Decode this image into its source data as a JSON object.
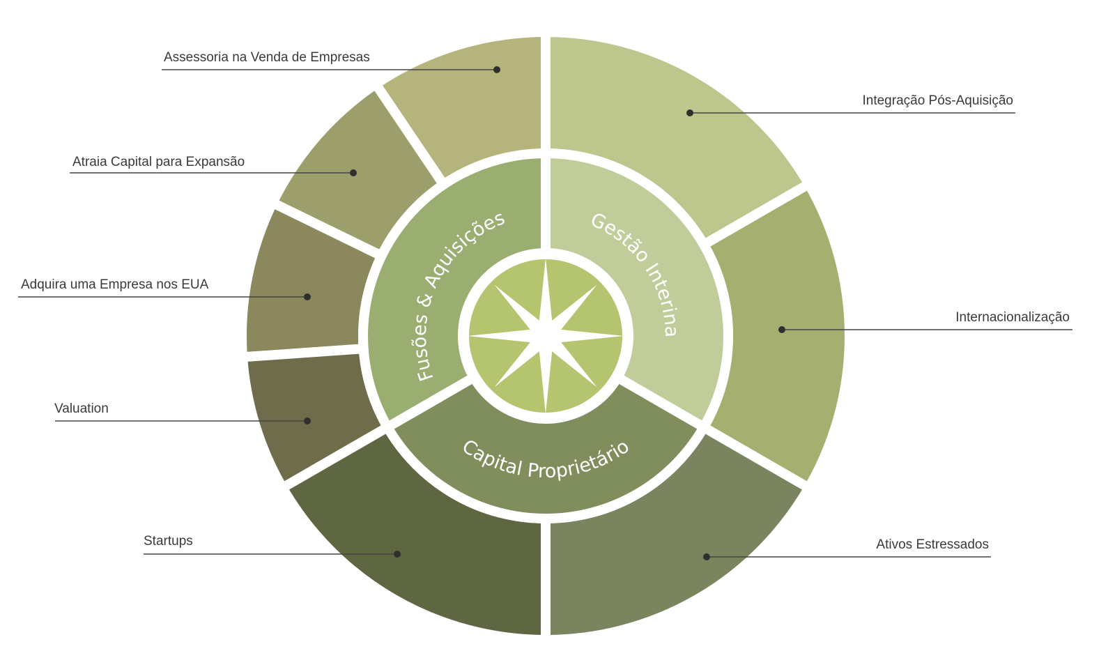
{
  "diagram": {
    "core": [
      {
        "label": "Fusões & Aquisições",
        "color": "#9aae72"
      },
      {
        "label": "Gestão Interina",
        "color": "#c1cc9b"
      },
      {
        "label": "Capital Proprietário",
        "color": "#7f8e5c"
      }
    ],
    "services": [
      {
        "label": "Assessoria na Venda de Empresas",
        "color": "#b4b47c"
      },
      {
        "label": "Atraia Capital para Expansão",
        "color": "#9c9e6c"
      },
      {
        "label": "Adquira uma Empresa nos EUA",
        "color": "#8a885c"
      },
      {
        "label": "Valuation",
        "color": "#6f6c4c"
      },
      {
        "label": "Startups",
        "color": "#5e6642"
      },
      {
        "label": "Ativos Estressados",
        "color": "#7a8560"
      },
      {
        "label": "Internacionalização",
        "color": "#a5b070"
      },
      {
        "label": "Integração Pós-Aquisição",
        "color": "#bdc68c"
      }
    ],
    "center": {
      "icon": "compass-star-icon",
      "color": "#b5c46e"
    }
  }
}
